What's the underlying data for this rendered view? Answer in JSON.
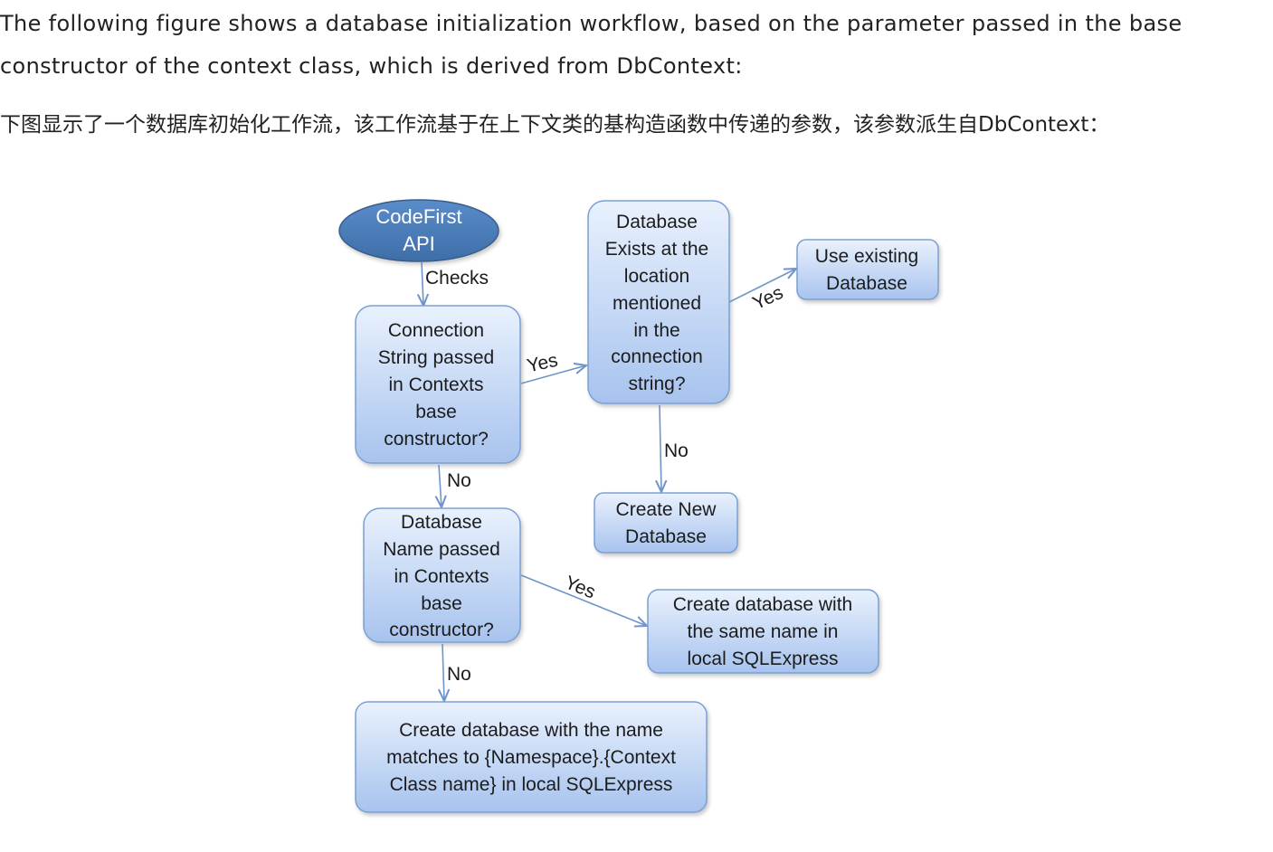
{
  "intro": {
    "line1": "The following figure shows a database initialization workflow, based on the parameter passed in the base",
    "line2": "constructor of the context class, which is derived from DbContext:",
    "line3": "下图显示了一个数据库初始化工作流，该工作流基于在上下文类的基构造函数中传递的参数，该参数派生自DbContext："
  },
  "diagram": {
    "start": [
      "CodeFirst",
      "API"
    ],
    "connection_string_check": [
      "Connection",
      "String passed",
      "in Contexts",
      "base",
      "constructor?"
    ],
    "database_exists_check": [
      "Database",
      "Exists at the",
      "location",
      "mentioned",
      "in the",
      "connection",
      "string?"
    ],
    "use_existing": [
      "Use existing",
      "Database"
    ],
    "create_new": [
      "Create New",
      "Database"
    ],
    "database_name_check": [
      "Database",
      "Name passed",
      "in Contexts",
      "base",
      "constructor?"
    ],
    "create_same_name": [
      "Create database with",
      "the same name in",
      "local SQLExpress"
    ],
    "create_namespace_name": [
      "Create database with the name",
      "matches to {Namespace}.{Context",
      "Class name} in local SQLExpress"
    ],
    "labels": {
      "checks": "Checks",
      "yes_connection": "Yes",
      "yes_exists": "Yes",
      "no_exists": "No",
      "no_connection": "No",
      "yes_name": "Yes",
      "no_name": "No"
    },
    "colors": {
      "start_fill": "#4f81bd",
      "box_top": "#e9f1fd",
      "box_bottom": "#a7c3ee",
      "box_stroke": "#7aa0d4",
      "edge": "#6f95c8"
    }
  }
}
